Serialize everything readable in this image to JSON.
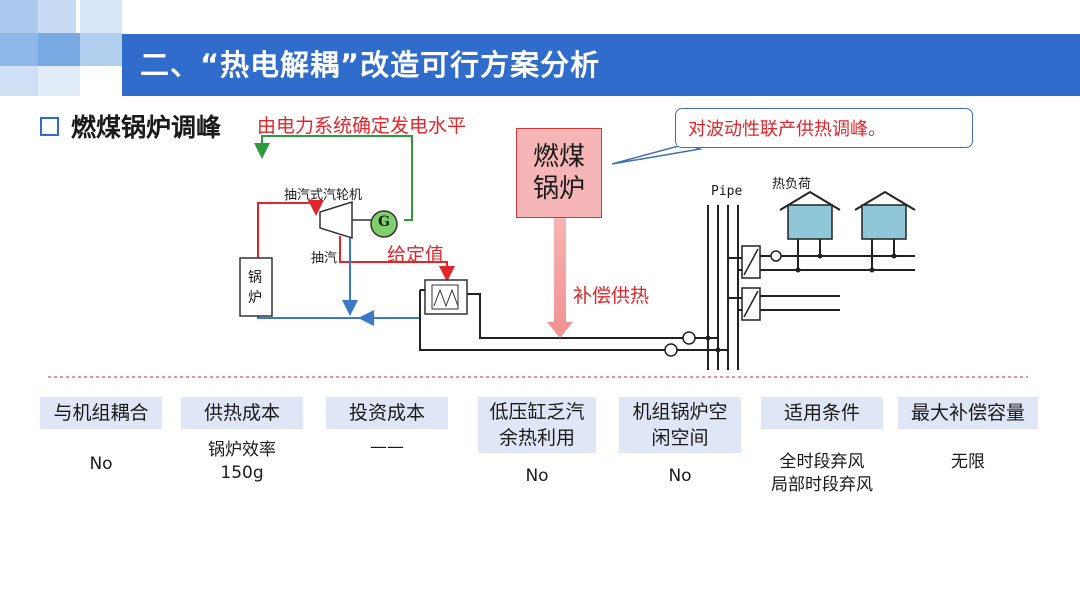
{
  "header": {
    "title": "二、“热电解耦”改造可行方案分析"
  },
  "section": {
    "title": "燃煤锅炉调峰"
  },
  "diagram": {
    "power_label": "由电力系统确定发电水平",
    "turbine_label": "抽汽式汽轮机",
    "generator_label": "G",
    "extraction_label": "抽汽",
    "setpoint_label": "给定值",
    "boiler_small_label": [
      "锅",
      "炉"
    ],
    "coal_boiler_label": [
      "燃煤",
      "锅炉"
    ],
    "compensation_label": "补偿供热",
    "callout_text": "对波动性联产供热调峰。",
    "pipe_label": "Pipe",
    "heat_load_label": "热负荷"
  },
  "table": {
    "headers": [
      "与机组耦合",
      "供热成本",
      "投资成本",
      "低压缸乏汽余热利用",
      "机组锅炉空闲空间",
      "适用条件",
      "最大补偿容量"
    ],
    "header_lines": [
      [
        "与机组耦合"
      ],
      [
        "供热成本"
      ],
      [
        "投资成本"
      ],
      [
        "低压缸乏汽",
        "余热利用"
      ],
      [
        "机组锅炉空",
        "闲空间"
      ],
      [
        "适用条件"
      ],
      [
        "最大补偿容量"
      ]
    ],
    "values": [
      [
        "No"
      ],
      [
        "锅炉效率",
        "150g"
      ],
      [
        "——"
      ],
      [
        "No"
      ],
      [
        "No"
      ],
      [
        "全时段弃风",
        "局部时段弃风"
      ],
      [
        "无限"
      ]
    ]
  },
  "colors": {
    "header_blue": "#2f6ccc",
    "header_light": "#a9c9ee",
    "red": "#e0262b",
    "green": "#2e9a3e",
    "pipe_blue": "#3a78c8",
    "load_fill": "#8fc7d8",
    "cell_bg": "#dfe7f7"
  }
}
